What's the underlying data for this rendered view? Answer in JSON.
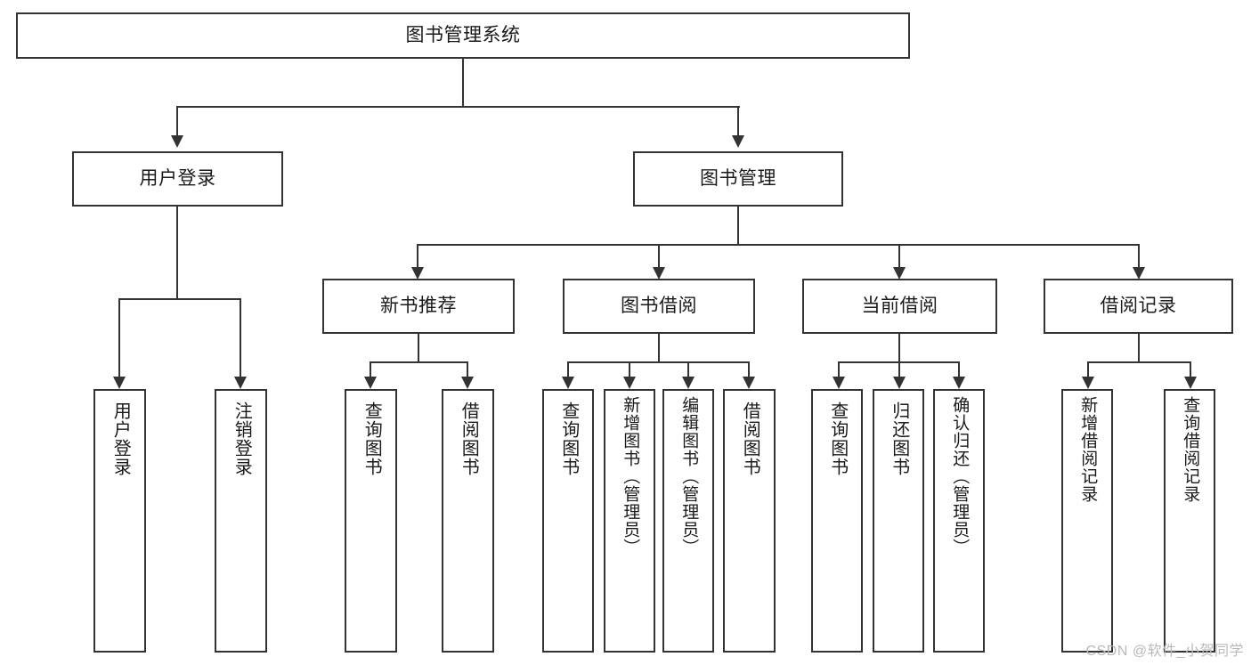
{
  "diagram": {
    "title": "图书管理系统",
    "type": "tree-hierarchy-chart",
    "root": {
      "label": "图书管理系统"
    },
    "level2": [
      {
        "label": "用户登录"
      },
      {
        "label": "图书管理"
      }
    ],
    "level3": [
      {
        "label": "新书推荐"
      },
      {
        "label": "图书借阅"
      },
      {
        "label": "当前借阅"
      },
      {
        "label": "借阅记录"
      }
    ],
    "leaves": {
      "user_login": [
        {
          "label": "用户登录"
        },
        {
          "label": "注销登录"
        }
      ],
      "new_book_recommend": [
        {
          "label": "查询图书"
        },
        {
          "label": "借阅图书"
        }
      ],
      "book_borrow": [
        {
          "label": "查询图书"
        },
        {
          "label": "新增图书（管理员）"
        },
        {
          "label": "编辑图书（管理员）"
        },
        {
          "label": "借阅图书"
        }
      ],
      "current_borrow": [
        {
          "label": "查询图书"
        },
        {
          "label": "归还图书"
        },
        {
          "label": "确认归还（管理员）"
        }
      ],
      "borrow_record": [
        {
          "label": "新增借阅记录"
        },
        {
          "label": "查询借阅记录"
        }
      ]
    }
  },
  "watermark": {
    "text": "CSDN @软件_小贺同学"
  },
  "colors": {
    "stroke": "#333333",
    "text": "#1a1a1a",
    "background": "#ffffff",
    "watermark": "#b9b9b9"
  }
}
